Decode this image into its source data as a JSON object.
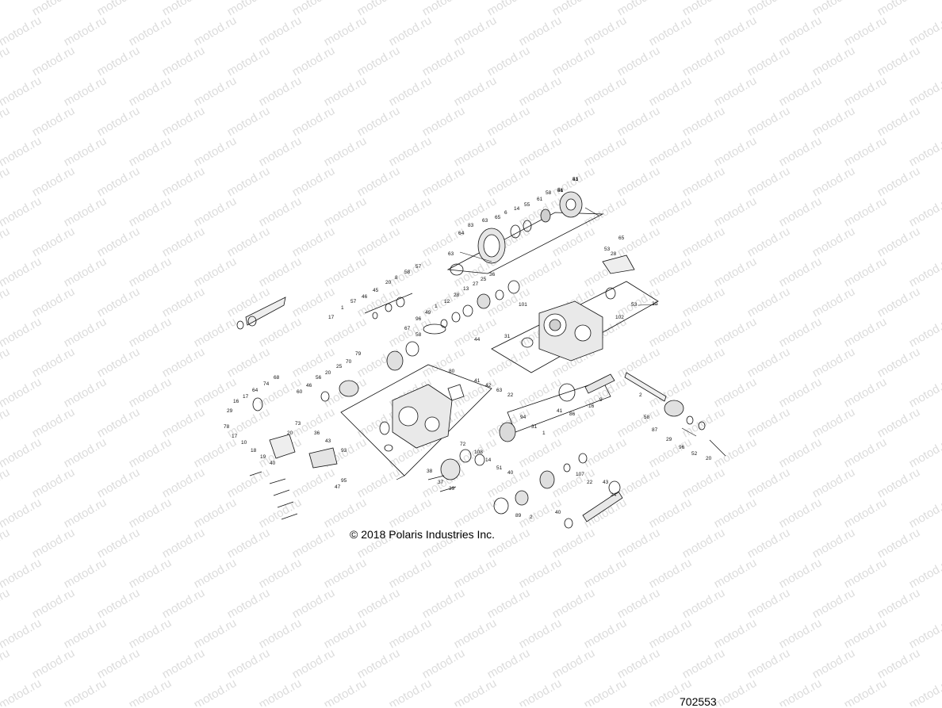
{
  "watermark": {
    "text": "motod.ru",
    "color": "#dcdcdc"
  },
  "copyright": "© 2018 Polaris Industries Inc.",
  "diagram_id": "702553",
  "callouts": [
    "51",
    "56",
    "58",
    "61",
    "55",
    "14",
    "6",
    "65",
    "63",
    "83",
    "64",
    "63",
    "53",
    "28",
    "65",
    "57",
    "58",
    "8",
    "20",
    "45",
    "46",
    "57",
    "1",
    "17",
    "36",
    "25",
    "27",
    "13",
    "28",
    "12",
    "1",
    "49",
    "96",
    "101",
    "31",
    "44",
    "102",
    "53",
    "30",
    "67",
    "58",
    "79",
    "70",
    "25",
    "20",
    "56",
    "46",
    "60",
    "68",
    "74",
    "64",
    "17",
    "16",
    "29",
    "78",
    "17",
    "10",
    "18",
    "19",
    "40",
    "73",
    "36",
    "43",
    "93",
    "20",
    "80",
    "41",
    "42",
    "63",
    "22",
    "41",
    "86",
    "16",
    "9",
    "2",
    "58",
    "87",
    "29",
    "96",
    "52",
    "20",
    "94",
    "31",
    "1",
    "72",
    "108",
    "14",
    "51",
    "40",
    "38",
    "37",
    "39",
    "107",
    "22",
    "43",
    "24",
    "89",
    "2",
    "40",
    "95",
    "47",
    "43",
    "41"
  ]
}
